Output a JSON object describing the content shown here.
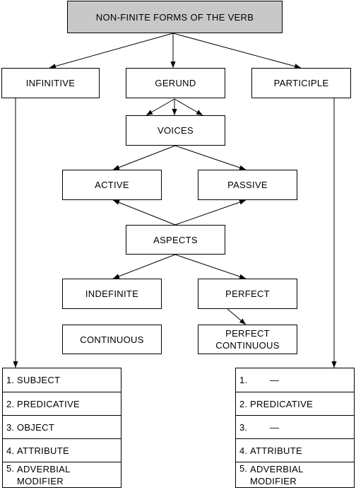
{
  "title": "NON-FINITE FORMS OF THE VERB",
  "forms": {
    "infinitive": "INFINITIVE",
    "gerund": "GERUND",
    "participle": "PARTICIPLE"
  },
  "voices": {
    "label": "VOICES",
    "active": "ACTIVE",
    "passive": "PASSIVE"
  },
  "aspects": {
    "label": "ASPECTS",
    "indefinite": "INDEFINITE",
    "perfect": "PERFECT",
    "continuous": "CONTINUOUS",
    "perfect_continuous": "PERFECT CONTINUOUS"
  },
  "infinitive_functions": [
    {
      "num": "1.",
      "text": "SUBJECT"
    },
    {
      "num": "2.",
      "text": "PREDICATIVE"
    },
    {
      "num": "3.",
      "text": "OBJECT"
    },
    {
      "num": "4.",
      "text": "ATTRIBUTE"
    },
    {
      "num": "5.",
      "text": "ADVERBIAL MODIFIER"
    }
  ],
  "participle_functions": [
    {
      "num": "1.",
      "text": "—"
    },
    {
      "num": "2.",
      "text": "PREDICATIVE"
    },
    {
      "num": "3.",
      "text": "—"
    },
    {
      "num": "4.",
      "text": "ATTRIBUTE"
    },
    {
      "num": "5.",
      "text": "ADVERBIAL MODIFIER"
    }
  ]
}
